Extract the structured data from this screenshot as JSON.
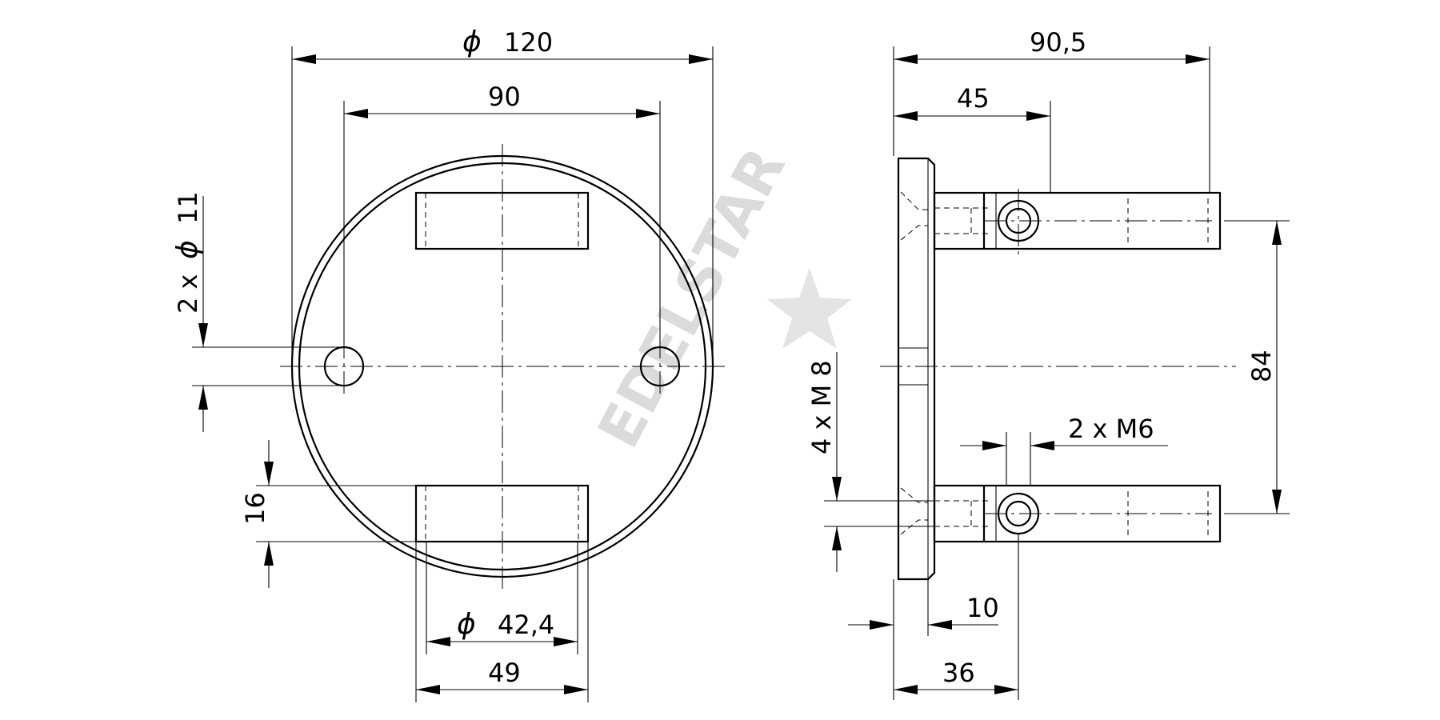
{
  "diagram": {
    "front_view": {
      "dim_outer_diameter": {
        "symbol": "ϕ",
        "value": "120"
      },
      "dim_hole_spacing": "90",
      "dim_holes": {
        "count": "2 x",
        "symbol": "ϕ",
        "value": "11"
      },
      "dim_slot_width": "16",
      "dim_tube": {
        "symbol": "ϕ",
        "value": "42,4"
      },
      "dim_slot_length": "49"
    },
    "side_view": {
      "dim_total_depth": "90,5",
      "dim_screw_position": "45",
      "dim_vertical_spacing": "84",
      "dim_threads_m8": "4 x M 8",
      "dim_threads_m6": "2 x M6",
      "dim_plate_thickness": "10",
      "dim_screw_offset": "36"
    },
    "watermark": "EDELSTAR"
  }
}
